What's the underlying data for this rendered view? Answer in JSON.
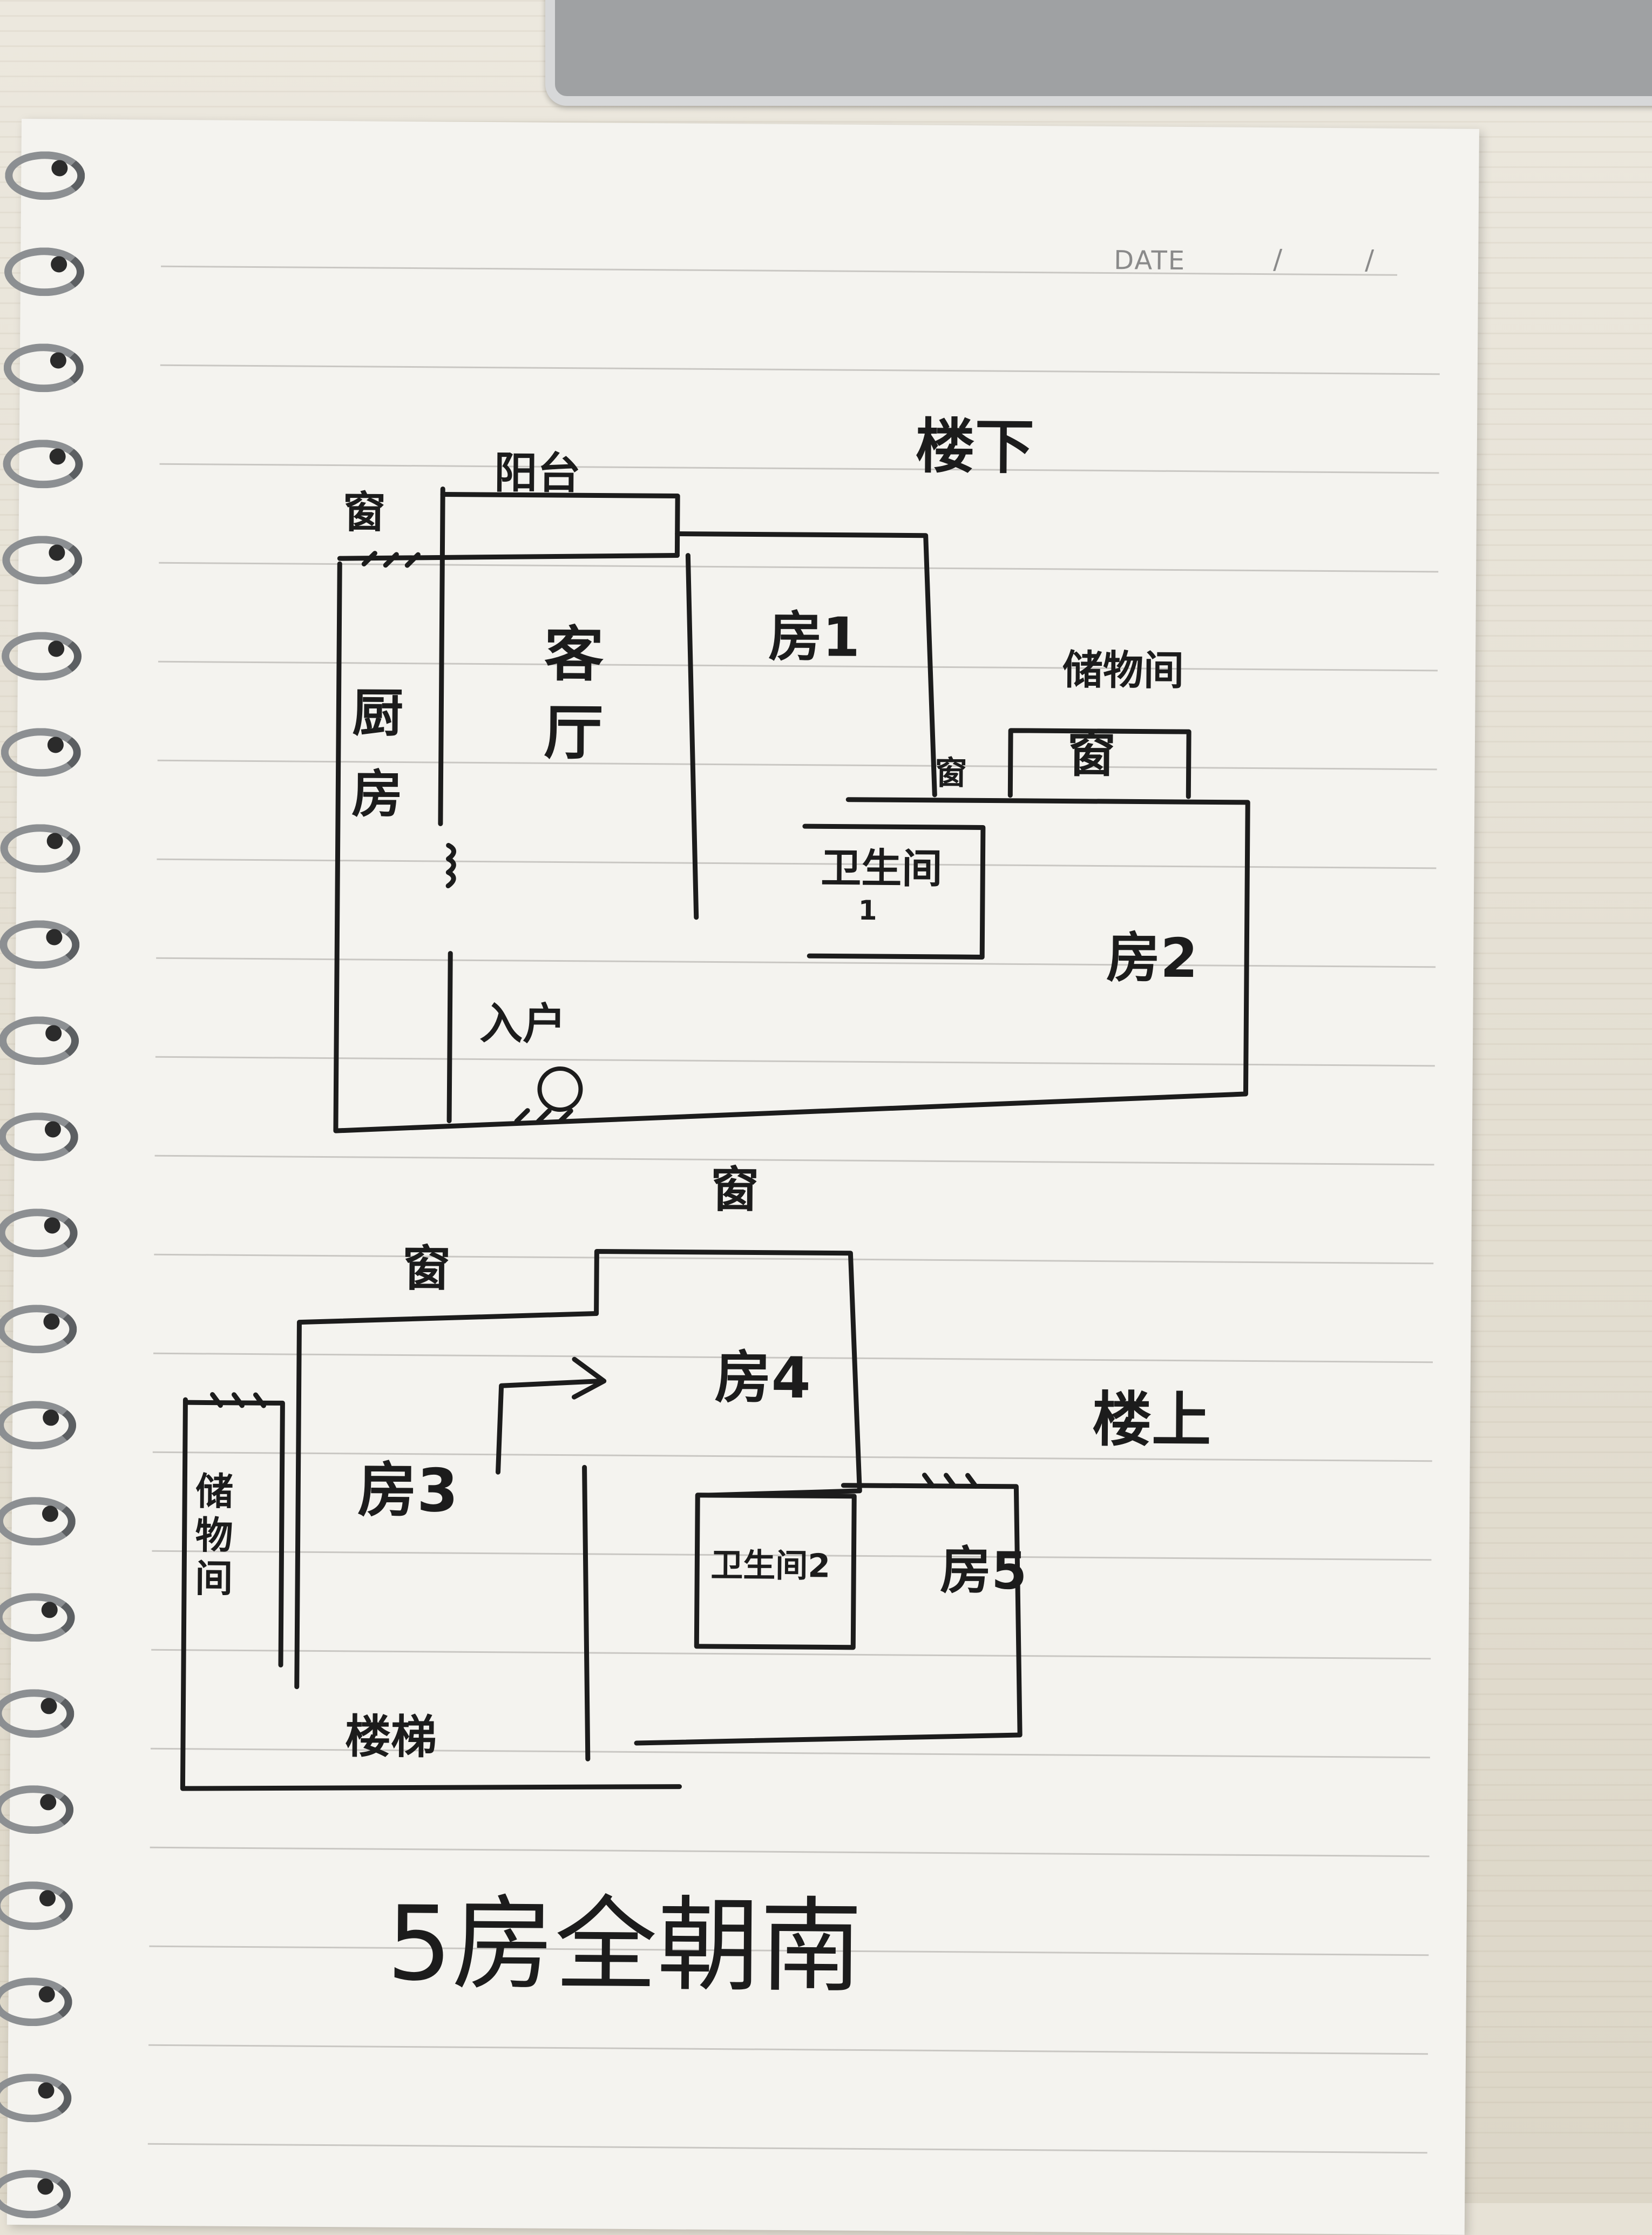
{
  "notebook": {
    "date_label": "DATE",
    "date_separator": "/"
  },
  "floor_downstairs": {
    "title": "楼下",
    "balcony": "阳台",
    "living_room_line1": "客",
    "living_room_line2": "厅",
    "kitchen_line1": "厨",
    "kitchen_line2": "房",
    "bedroom1": "房1",
    "storage": "储物间",
    "window_storage": "窗",
    "window_small": "窗",
    "window_kitchen": "窗",
    "bathroom1_line1": "卫生间",
    "bathroom1_line2": "1",
    "bedroom2": "房2",
    "entrance": "入户"
  },
  "floor_upstairs": {
    "title": "楼上",
    "window_top": "窗",
    "window_left": "窗",
    "bedroom3": "房3",
    "bedroom4": "房4",
    "storage": "储物间",
    "bathroom2": "卫生间2",
    "bedroom5": "房5",
    "stairs": "楼梯"
  },
  "summary_note": "5房全朝南"
}
